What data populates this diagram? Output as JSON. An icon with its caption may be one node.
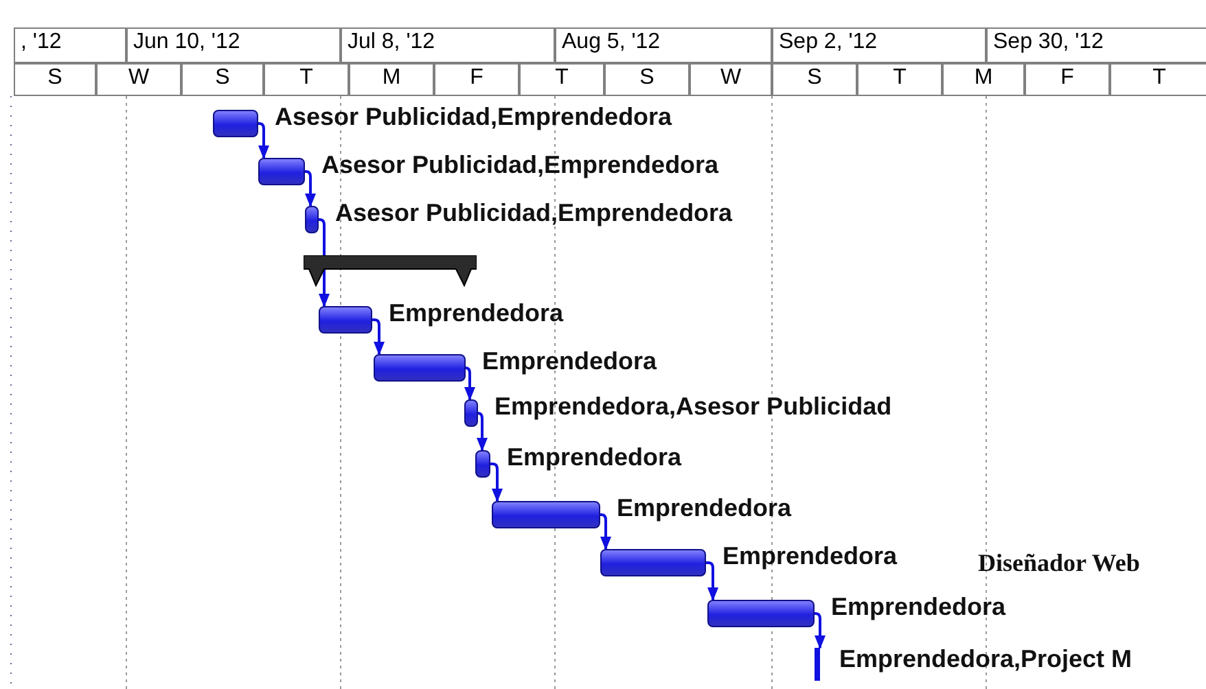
{
  "diagram": {
    "nodes": [
      {
        "text": [],
        "shape": "bar",
        "beside": [
          "Asesor Publicidad,Emprendedora"
        ]
      },
      {
        "text": [],
        "shape": "bar",
        "beside": [
          "Asesor Publicidad,Emprendedora"
        ]
      },
      {
        "text": [],
        "shape": "bar",
        "beside": [
          "Asesor Publicidad,Emprendedora"
        ]
      },
      {
        "text": [],
        "shape": "bar"
      },
      {
        "text": [],
        "shape": "bar",
        "beside": [
          "Emprendedora"
        ]
      },
      {
        "text": [],
        "shape": "bar",
        "beside": [
          "Emprendedora"
        ]
      },
      {
        "text": [],
        "shape": "bar",
        "beside": [
          "Emprendedora,Asesor Publicidad"
        ]
      },
      {
        "text": [],
        "shape": "bar",
        "beside": [
          "Emprendedora"
        ]
      },
      {
        "text": [],
        "shape": "bar",
        "beside": [
          "Emprendedora"
        ]
      },
      {
        "text": [],
        "shape": "bar",
        "beside": [
          "Emprendedora"
        ]
      },
      {
        "text": [],
        "shape": "bar",
        "beside": [
          "Emprendedora"
        ]
      },
      {
        "text": [],
        "shape": "bar",
        "beside": [
          "Emprendedora,Project M"
        ]
      }
    ],
    "edges": [
      {
        "from": 0,
        "to": 1,
        "arrow": "to"
      },
      {
        "from": 1,
        "to": 2,
        "arrow": "to"
      },
      {
        "from": 2,
        "to": 4,
        "arrow": "to"
      },
      {
        "from": 4,
        "to": 5,
        "arrow": "to"
      },
      {
        "from": 5,
        "to": 6,
        "arrow": "to"
      },
      {
        "from": 6,
        "to": 7,
        "arrow": "to"
      },
      {
        "from": 7,
        "to": 8,
        "arrow": "to"
      },
      {
        "from": 8,
        "to": 9,
        "arrow": "to"
      },
      {
        "from": 9,
        "to": 10,
        "arrow": "to"
      },
      {
        "from": 10,
        "to": 11,
        "arrow": "to"
      }
    ],
    "labels": [
      ", '12",
      "Jun 10, '12",
      "Jul 8, '12",
      "Aug 5, '12",
      "Sep 2, '12",
      "Sep 30, '12",
      "S",
      "W",
      "S",
      "T",
      "M",
      "F",
      "T",
      "S",
      "W",
      "S",
      "T",
      "M",
      "F",
      "T",
      "Diseñador Web"
    ]
  }
}
